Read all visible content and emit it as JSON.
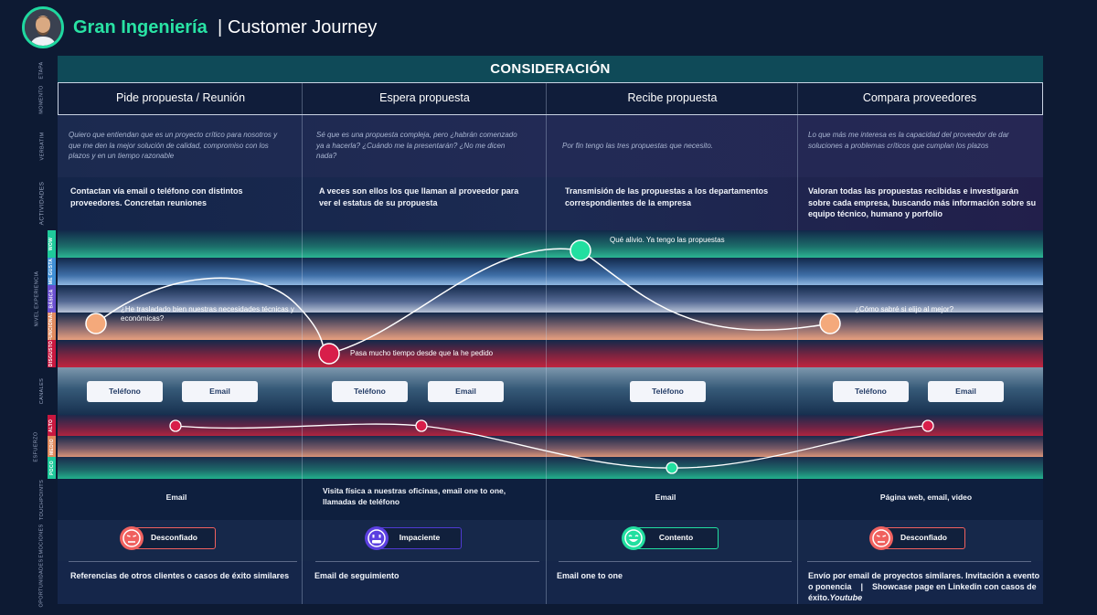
{
  "header": {
    "brand": "Gran Ingeniería",
    "separator": "|",
    "subtitle": "Customer Journey"
  },
  "side_labels": {
    "etapa": "ETAPA",
    "momento": "MOMENTO",
    "verbatim": "VERBATIM",
    "actividades": "ACTIVIDADES",
    "nivel_experiencia": "NIVEL EXPERIENCIA",
    "canales": "CANALES",
    "esfuerzo": "ESFUERZO",
    "touchpoints": "TOUCHPOINTS",
    "emociones": "EMOCIONES",
    "oportunidades": "OPORTUNIDADES"
  },
  "experience_levels": [
    "WOW",
    "ME GUSTA",
    "BÁSICA",
    "FUNCIONAL",
    "DISGUSTO"
  ],
  "effort_levels": [
    "ALTO",
    "MEDIO",
    "POCO"
  ],
  "stage": "CONSIDERACIÓN",
  "phases": [
    {
      "title": "Pide propuesta / Reunión",
      "verbatim": "Quiero que entiendan que es un proyecto crítico para nosotros y que me den la mejor solución de calidad, compromiso con los plazos y en un tiempo razonable",
      "activity": "Contactan vía email o teléfono con distintos proveedores. Concretan reuniones",
      "experience_note": "¿He trasladado bien nuestras necesidades técnicas y económicas?",
      "channels": [
        "Teléfono",
        "Email"
      ],
      "touchpoint": "Email",
      "emotion": "Desconfiado",
      "opportunity": "Referencias de otros clientes o casos de éxito similares"
    },
    {
      "title": "Espera propuesta",
      "verbatim": "Sé que es una propuesta compleja, pero ¿habrán comenzado ya a hacerla? ¿Cuándo me la presentarán? ¿No me dicen nada?",
      "activity": "A veces son ellos los que llaman al proveedor para ver el estatus de su propuesta",
      "experience_note": "Pasa mucho tiempo desde que la he pedido",
      "channels": [
        "Teléfono",
        "Email"
      ],
      "touchpoint": "Visita física a nuestras oficinas, email one to one, llamadas de teléfono",
      "emotion": "Impaciente",
      "opportunity": "Email de seguimiento"
    },
    {
      "title": "Recibe propuesta",
      "verbatim": "Por fin tengo las tres propuestas que necesito.",
      "activity": "Transmisión de las propuestas a los departamentos correspondientes de la empresa",
      "experience_note": "Qué alivio. Ya tengo las propuestas",
      "channels": [
        "Teléfono"
      ],
      "touchpoint": "Email",
      "emotion": "Contento",
      "opportunity": "Email one to one"
    },
    {
      "title": "Compara proveedores",
      "verbatim": "Lo que más me interesa es la capacidad del proveedor de dar soluciones a problemas críticos que cumplan los plazos",
      "activity": "Valoran todas las propuestas recibidas e investigarán sobre cada empresa, buscando más información sobre su equipo técnico, humano y porfolio",
      "experience_note": "¿Cómo sabré si elijo al mejor?",
      "channels": [
        "Teléfono",
        "Email"
      ],
      "touchpoint": "Página web, email, video",
      "emotion": "Desconfiado",
      "opportunity": "Envío por email de proyectos similares. Invitación a evento o ponencia    |    Showcase page en Linkedin con casos de éxito.",
      "opportunity_suffix": "Youtube"
    }
  ],
  "experience_curve": {
    "levels_order": [
      "DISGUSTO",
      "FUNCIONAL",
      "BÁSICA",
      "ME GUSTA",
      "WOW"
    ],
    "points": [
      {
        "phase": "Pide propuesta / Reunión",
        "level": "FUNCIONAL",
        "color": "#f4a97b"
      },
      {
        "phase": "Espera propuesta",
        "level": "DISGUSTO",
        "color": "#d81e4a"
      },
      {
        "phase": "Recibe propuesta",
        "level": "WOW",
        "color": "#22dfa0"
      },
      {
        "phase": "Compara proveedores",
        "level": "FUNCIONAL",
        "color": "#f4a97b"
      }
    ]
  },
  "effort_curve": {
    "points": [
      {
        "level": "ALTO",
        "color": "#d81e4a"
      },
      {
        "level": "ALTO",
        "color": "#d81e4a"
      },
      {
        "level": "POCO",
        "color": "#22dfa0"
      },
      {
        "level": "ALTO",
        "color": "#d81e4a"
      }
    ]
  },
  "colors": {
    "accent": "#29e3a4",
    "desconfiado": "#f0615f",
    "impaciente": "#4f3ad1",
    "contento": "#22dfa0",
    "stage_bar": "#0f4a58"
  }
}
